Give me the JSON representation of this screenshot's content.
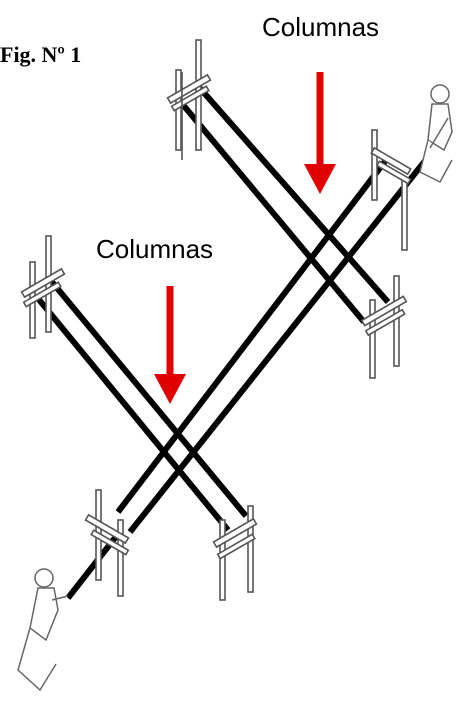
{
  "figure": {
    "title": "Fig. Nº 1",
    "labels": {
      "upper": "Columnas",
      "lower": "Columnas"
    },
    "colors": {
      "line": "#000000",
      "arrow": "#e00000",
      "frame": "#555555"
    }
  }
}
